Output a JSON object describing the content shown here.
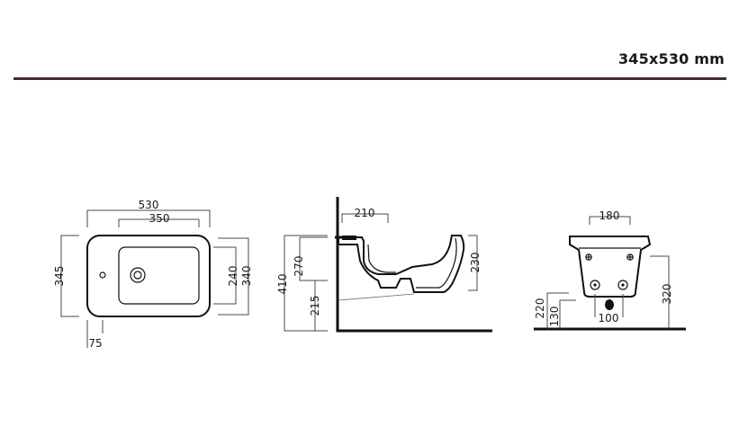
{
  "header": {
    "title": "345x530 mm"
  },
  "top_view": {
    "length": "530",
    "basin_length": "350",
    "depth": "345",
    "basin_depth": "240",
    "overall_depth": "340",
    "tap_offset": "75"
  },
  "side_view": {
    "wall_projection": "210",
    "height_total": "410",
    "height_rim_offset": "270",
    "height_floor": "215",
    "bowl_height": "230"
  },
  "rear_view": {
    "width_top": "180",
    "height_bracket": "220",
    "height_lower": "130",
    "spacing_holes": "100",
    "height_total": "320"
  },
  "colors": {
    "rule": "#4a2a30",
    "line": "#111111"
  }
}
